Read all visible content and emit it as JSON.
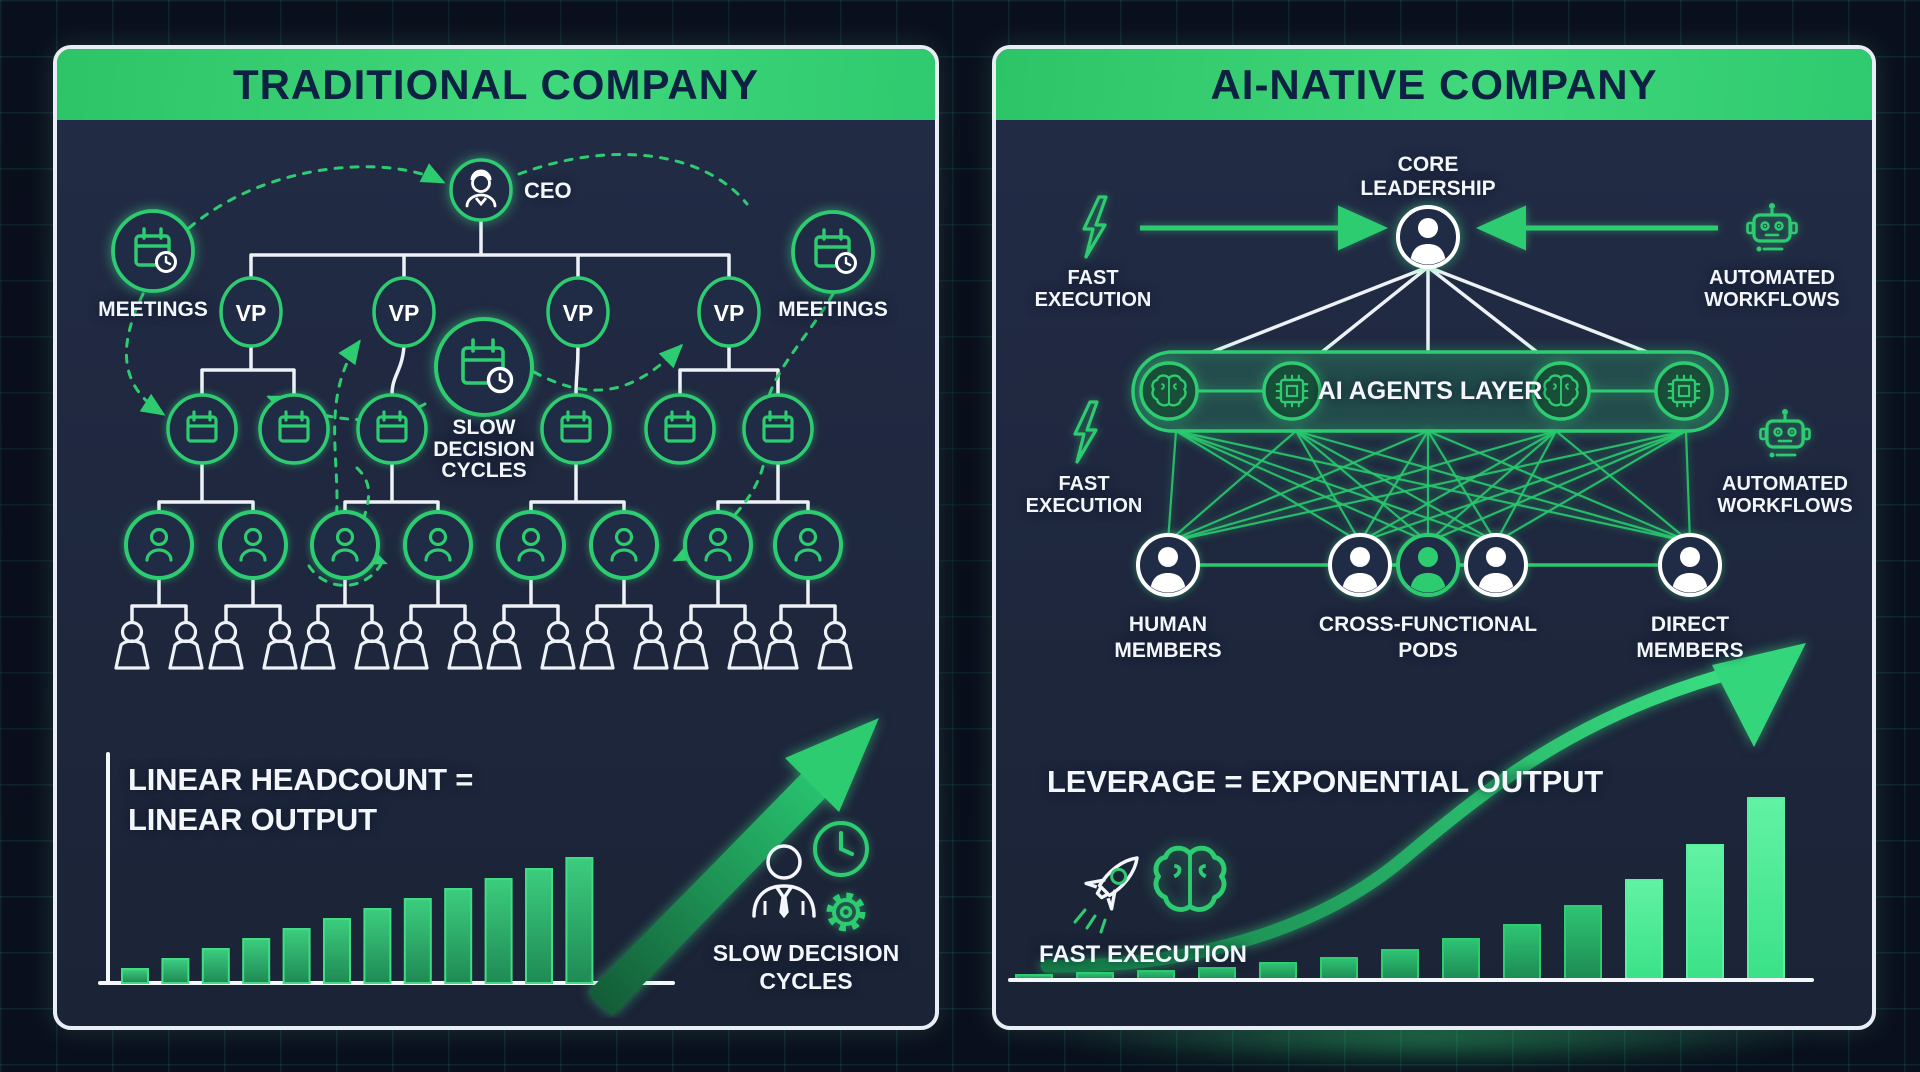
{
  "left_panel": {
    "title": "TRADITIONAL COMPANY",
    "ceo_label": "CEO",
    "vp_label": "VP",
    "meetings_label": "MEETINGS",
    "slow_lines": [
      "SLOW",
      "DECISION",
      "CYCLES"
    ],
    "equation_lines": [
      "LINEAR HEADCOUNT =",
      "LINEAR OUTPUT"
    ],
    "bottom_caption_lines": [
      "SLOW DECISION",
      "CYCLES"
    ]
  },
  "right_panel": {
    "title": "AI-NATIVE COMPANY",
    "core_leadership_lines": [
      "CORE",
      "LEADERSHIP"
    ],
    "fast_execution_lines": [
      "FAST",
      "EXECUTION"
    ],
    "automated_workflows_lines": [
      "AUTOMATED",
      "WORKFLOWS"
    ],
    "agents_layer_label": "AI AGENTS LAYER",
    "members": {
      "human_lines": [
        "HUMAN",
        "MEMBERS"
      ],
      "pods_lines": [
        "CROSS-FUNCTIONAL",
        "PODS"
      ],
      "direct_lines": [
        "DIRECT",
        "MEMBERS"
      ]
    },
    "equation": "LEVERAGE = EXPONENTIAL OUTPUT",
    "fast_execution_caption": "FAST EXECUTION"
  },
  "chart_data": [
    {
      "type": "bar",
      "title": "Traditional: linear headcount = linear output",
      "values": [
        14,
        24,
        34,
        44,
        54,
        64,
        74,
        84,
        94,
        104,
        114,
        125
      ],
      "unit": "relative output (no axis labels shown)",
      "trend": "linear",
      "bar_color": "#2db56f"
    },
    {
      "type": "bar",
      "title": "AI-native: leverage = exponential output",
      "values": [
        5,
        7,
        9,
        12,
        17,
        22,
        30,
        41,
        55,
        74,
        100,
        135,
        182
      ],
      "unit": "relative output (no axis labels shown)",
      "trend": "exponential",
      "bar_color": "#23a065",
      "highlight_from": 10,
      "highlight_color": "#3ae187"
    }
  ],
  "colors": {
    "accent_green": "#2ecc71",
    "bright_green": "#3ee888",
    "header_gradient_start": "#2dc468",
    "header_gradient_end": "#40d87b",
    "panel_bg": "#1e2840",
    "outer_bg": "#0a0f1d",
    "grid_teal": "#24beaa",
    "title_text": "#0e2142",
    "white": "#f3f6fa"
  }
}
